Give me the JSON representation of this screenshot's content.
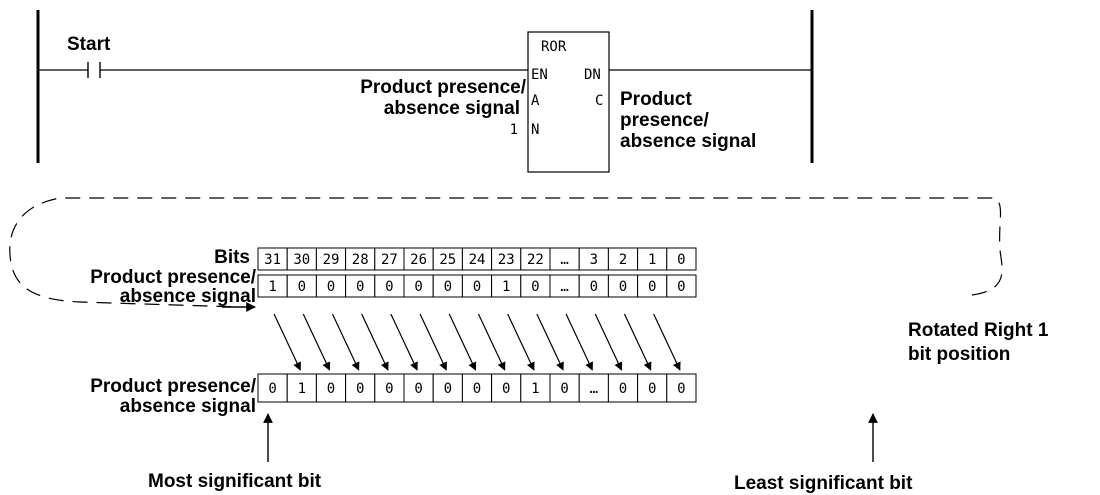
{
  "ladder": {
    "contact_label": "Start",
    "instruction": {
      "name": "ROR",
      "pin_en": "EN",
      "pin_dn": "DN",
      "pin_a": "A",
      "pin_c": "C",
      "pin_n": "N"
    },
    "input_label_line1": "Product presence/",
    "input_label_line2": "absence signal",
    "n_value": "1",
    "output_label_line1": "Product",
    "output_label_line2": "presence/",
    "output_label_line3": "absence signal"
  },
  "diagram": {
    "bits_label": "Bits",
    "signal_label_line1": "Product presence/",
    "signal_label_line2": "absence signal",
    "bit_numbers": [
      "31",
      "30",
      "29",
      "28",
      "27",
      "26",
      "25",
      "24",
      "23",
      "22",
      "…",
      "3",
      "2",
      "1",
      "0"
    ],
    "before_values": [
      "1",
      "0",
      "0",
      "0",
      "0",
      "0",
      "0",
      "0",
      "1",
      "0",
      "…",
      "0",
      "0",
      "0",
      "0"
    ],
    "after_values": [
      "0",
      "1",
      "0",
      "0",
      "0",
      "0",
      "0",
      "0",
      "0",
      "1",
      "0",
      "…",
      "0",
      "0",
      "0"
    ],
    "rotate_note_line1": "Rotated Right 1",
    "rotate_note_line2": "bit position",
    "msb_label": "Most significant bit",
    "lsb_label": "Least significant bit"
  }
}
